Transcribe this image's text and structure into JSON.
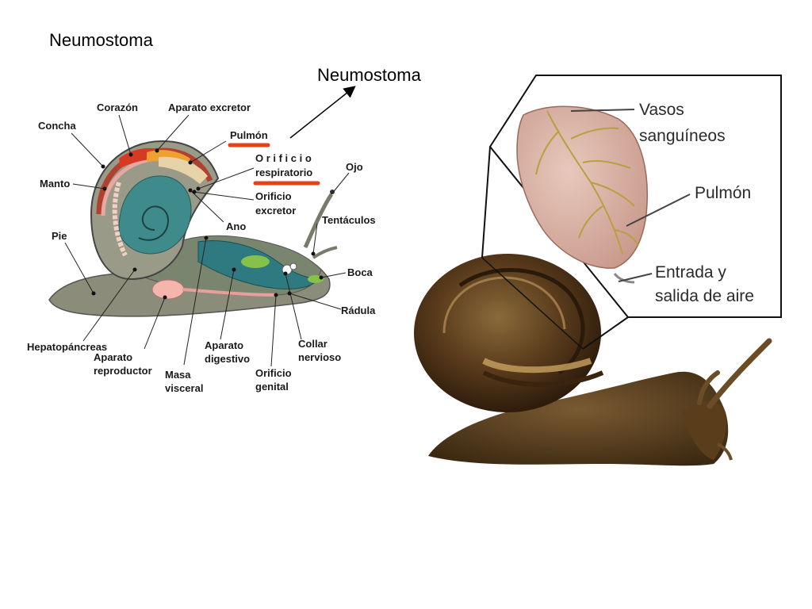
{
  "slide": {
    "title": "Neumostoma",
    "callout": "Neumostoma"
  },
  "diagram_left": {
    "labels": {
      "corazon": "Corazón",
      "aparato_excretor": "Aparato excretor",
      "concha": "Concha",
      "pulmon": "Pulmón",
      "orificio_resp_1": "O r i f i c i o",
      "orificio_resp_2": "respiratorio",
      "ojo": "Ojo",
      "manto": "Manto",
      "orificio_exc_1": "Orificio",
      "orificio_exc_2": "excretor",
      "tentaculos": "Tentáculos",
      "ano": "Ano",
      "pie": "Pie",
      "boca": "Boca",
      "radula": "Rádula",
      "hepatopancreas": "Hepatopáncreas",
      "aparato_rep_1": "Aparato",
      "aparato_rep_2": "reproductor",
      "aparato_dig_1": "Aparato",
      "aparato_dig_2": "digestivo",
      "collar_1": "Collar",
      "collar_2": "nervioso",
      "masa_1": "Masa",
      "masa_2": "visceral",
      "orificio_gen_1": "Orificio",
      "orificio_gen_2": "genital"
    },
    "underline_color": "#e8401c"
  },
  "diagram_right": {
    "labels": {
      "vasos_1": "Vasos",
      "vasos_2": "sanguíneos",
      "pulmon": "Pulmón",
      "entrada_1": "Entrada y",
      "entrada_2": "salida de aire"
    }
  }
}
